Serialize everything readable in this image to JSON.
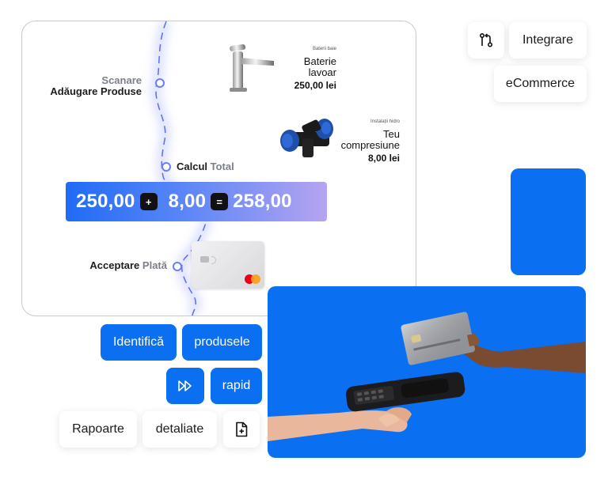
{
  "flow": {
    "step1_line1": "Scanare",
    "step1_line2": "Adăugare Produse",
    "step2_strong": "Calcul",
    "step2_light": "Total",
    "step3_strong": "Acceptare",
    "step3_light": "Plată"
  },
  "products": [
    {
      "category": "Baterii baie",
      "name_line1": "Baterie",
      "name_line2": "lavoar",
      "price": "250,00 lei"
    },
    {
      "category": "Instalații hidro",
      "name_line1": "Teu",
      "name_line2": "compresiune",
      "price": "8,00 lei"
    }
  ],
  "calc": {
    "a": "250,00",
    "op1": "+",
    "b": "8,00",
    "op2": "=",
    "result": "258,00"
  },
  "chips": {
    "integrare": "Integrare",
    "ecommerce": "eCommerce",
    "identifica": "Identifică",
    "produsele": "produsele",
    "rapid": "rapid",
    "rapoarte": "Rapoarte",
    "detaliate": "detaliate"
  },
  "icons": {
    "integration": "git-pull-request-icon",
    "fast": "fast-forward-icon",
    "report": "file-add-icon"
  },
  "colors": {
    "accent": "#0a6ff0",
    "flow_line": "#6d7cff"
  }
}
